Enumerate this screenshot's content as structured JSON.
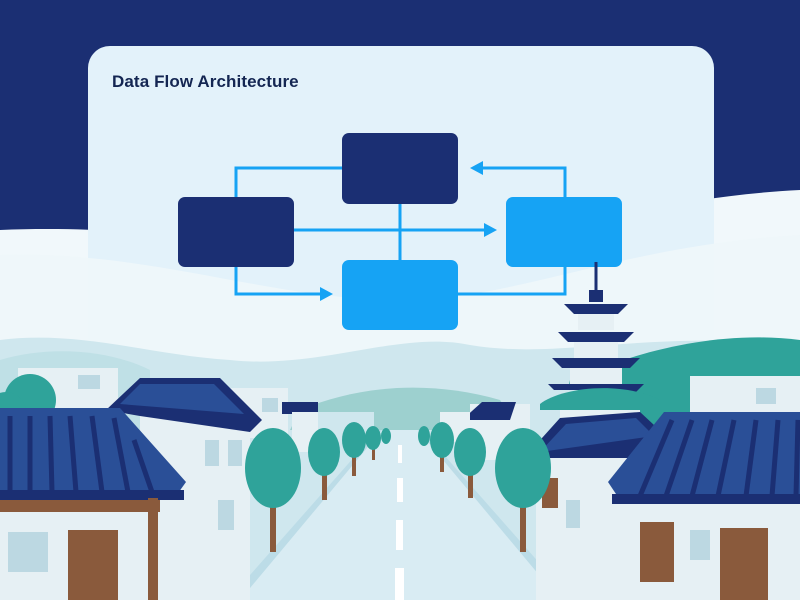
{
  "diagram": {
    "title": "Data Flow Architecture",
    "nodes": [
      {
        "id": "node-top",
        "label": "",
        "color": "#1b2f73"
      },
      {
        "id": "node-left",
        "label": "",
        "color": "#1b2f73"
      },
      {
        "id": "node-right",
        "label": "",
        "color": "#16a3f4"
      },
      {
        "id": "node-bottom",
        "label": "",
        "color": "#16a3f4"
      }
    ],
    "edges": [
      {
        "from": "node-left",
        "to": "node-top"
      },
      {
        "from": "node-left",
        "to": "node-right"
      },
      {
        "from": "node-left",
        "to": "node-bottom"
      },
      {
        "from": "node-right",
        "to": "node-top"
      },
      {
        "from": "node-bottom",
        "to": "node-right"
      },
      {
        "from": "node-top",
        "to": "node-bottom"
      }
    ]
  },
  "colors": {
    "navy": "#1b2f73",
    "accent": "#16a3f4",
    "panel": "#e3f2fa",
    "teal": "#2fa39a",
    "road": "#d9ecf3",
    "wall": "#e6f0f4",
    "roof": "#2a4f97"
  }
}
